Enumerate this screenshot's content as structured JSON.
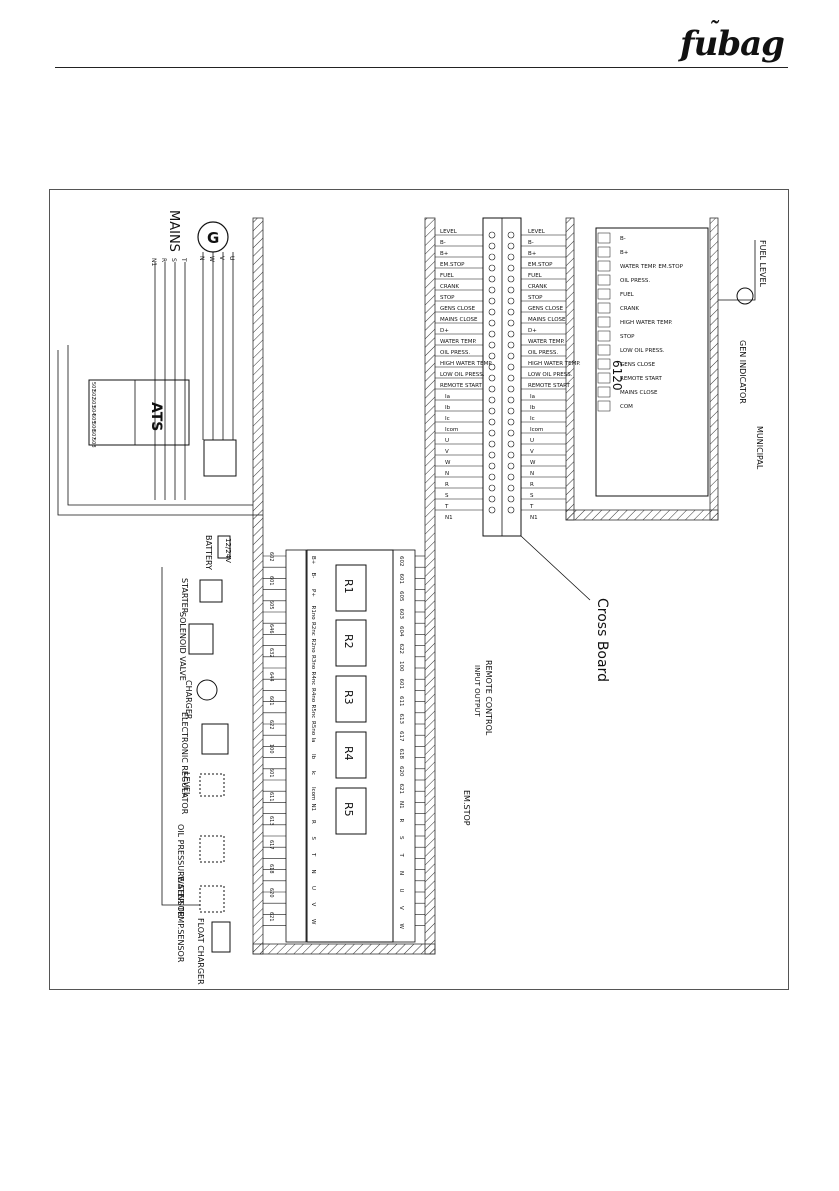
{
  "brand": {
    "logo": "fubag",
    "logo_icon": "tilde-icon"
  },
  "diagram": {
    "labels": {
      "mains": "MAINS",
      "generator": "G",
      "ats": "ATS",
      "cross_board": "Cross Board",
      "controller": "6120",
      "battery": "BATTERY",
      "battery_v": "12/24V",
      "starter": "STARTER",
      "solenoid": "SOLENOID VALVE",
      "charger": "CHARGER",
      "regulator": "ELECTRONIC REGULATOR",
      "level": "LEVEL",
      "oil_sensor": "OIL PRESSURE SENSOR",
      "water_sensor": "WATER TEMP.SENSOR",
      "float_charger": "FLOAT CHARGER",
      "remote_control": "REMOTE CONTROL",
      "input_output": "INPUT OUTPUT",
      "em_stop": "EM.STOP",
      "fuel_level": "FUEL LEVEL",
      "gen_indicator": "GEN INDICATOR",
      "municipal": "MUNICIPAL"
    },
    "relays": [
      "R1",
      "R2",
      "R3",
      "R4",
      "R5"
    ],
    "cross_signals": [
      "LEVEL",
      "B-",
      "B+",
      "EM.STOP",
      "FUEL",
      "CRANK",
      "STOP",
      "GENS CLOSE",
      "MAINS CLOSE",
      "D+",
      "WATER TEMP.",
      "OIL PRESS.",
      "HIGH WATER TEMP.",
      "LOW OIL PRESS.",
      "REMOTE START"
    ],
    "ct_signals": [
      "Ia",
      "Ib",
      "Ic",
      "Icom",
      "U",
      "V",
      "W",
      "N",
      "R",
      "S",
      "T",
      "N1"
    ],
    "controller_terminals": [
      "B-",
      "B+",
      "WATER TEMP. EM.STOP",
      "OIL PRESS.",
      "FUEL",
      "CRANK",
      "HIGH WATER TEMP.",
      "STOP",
      "LOW OIL PRESS.",
      "GENS CLOSE",
      "REMOTE START",
      "MAINS CLOSE",
      "COM"
    ],
    "board_left_terminals": [
      "B+",
      "B-",
      "P+",
      "R1no",
      "R2nc",
      "R2no",
      "R3no",
      "R4nc",
      "R4no",
      "R5nc",
      "R5no",
      "Ia",
      "Ib",
      "Ic",
      "Icom",
      "N1",
      "R",
      "S",
      "T",
      "N",
      "U",
      "V",
      "W"
    ],
    "board_right_wires": [
      "602",
      "601",
      "605",
      "603",
      "604",
      "622",
      "100",
      "601",
      "611",
      "613",
      "617",
      "618",
      "620",
      "621",
      "N1",
      "R",
      "S",
      "T",
      "N",
      "U",
      "V",
      "W"
    ],
    "ats_terminals": [
      "501",
      "502",
      "503",
      "504",
      "505",
      "506",
      "507",
      "508"
    ],
    "phases_mains": [
      "N1",
      "R",
      "S",
      "T"
    ],
    "phases_gen": [
      "N",
      "W",
      "V",
      "U"
    ],
    "wire_numbers": [
      "602",
      "601",
      "605",
      "646",
      "632",
      "644",
      "601",
      "622",
      "100",
      "601",
      "611",
      "613",
      "617",
      "618",
      "620",
      "621"
    ]
  }
}
